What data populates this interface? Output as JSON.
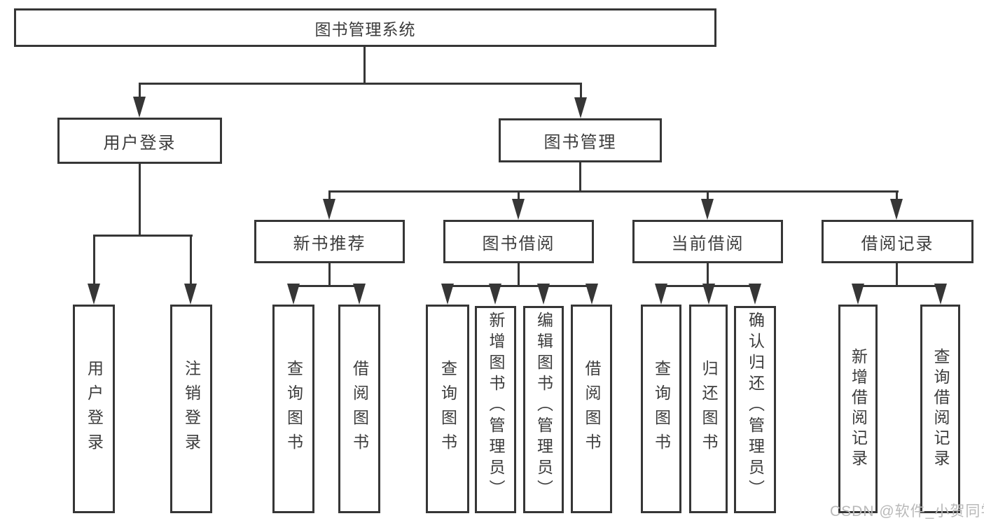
{
  "tree": {
    "label": "图书管理系统",
    "children": [
      {
        "label": "用户登录",
        "children": [
          {
            "label": "用户登录"
          },
          {
            "label": "注销登录"
          }
        ]
      },
      {
        "label": "图书管理",
        "children": [
          {
            "label": "新书推荐",
            "children": [
              {
                "label": "查询图书"
              },
              {
                "label": "借阅图书"
              }
            ]
          },
          {
            "label": "图书借阅",
            "children": [
              {
                "label": "查询图书"
              },
              {
                "label": "新增图书（管理员）"
              },
              {
                "label": "编辑图书（管理员）"
              },
              {
                "label": "借阅图书"
              }
            ]
          },
          {
            "label": "当前借阅",
            "children": [
              {
                "label": "查询图书"
              },
              {
                "label": "归还图书"
              },
              {
                "label": "确认归还（管理员）"
              }
            ]
          },
          {
            "label": "借阅记录",
            "children": [
              {
                "label": "新增借阅记录"
              },
              {
                "label": "查询借阅记录"
              }
            ]
          }
        ]
      }
    ]
  },
  "watermark": {
    "text": "CSDN @软件_小贺同学"
  },
  "colors": {
    "line": "#363636",
    "text": "#3c3c3c",
    "watermark": "#b9b9b9",
    "background": "#ffffff"
  }
}
